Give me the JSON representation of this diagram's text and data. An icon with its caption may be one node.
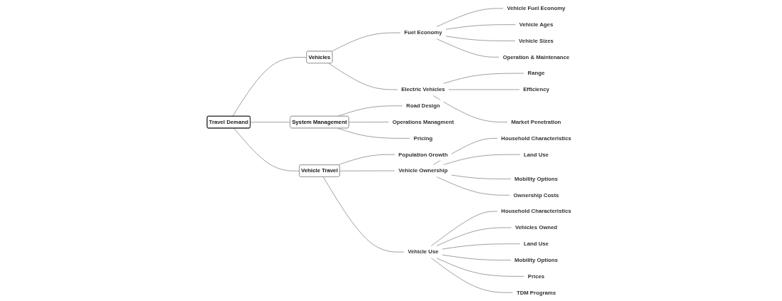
{
  "diagram": {
    "nodes": [
      {
        "text": [
          "Travel Demand"
        ]
      },
      {
        "text": [
          "Vehicles"
        ]
      },
      {
        "text": [
          "Fuel Economy"
        ]
      },
      {
        "text": [
          "Vehicle Fuel Economy"
        ]
      },
      {
        "text": [
          "Vehicle Ages"
        ]
      },
      {
        "text": [
          "Vehicle Sizes"
        ]
      },
      {
        "text": [
          "Operation & Maintenance"
        ]
      },
      {
        "text": [
          "Electric Vehicles"
        ]
      },
      {
        "text": [
          "Range"
        ]
      },
      {
        "text": [
          "Efficiency"
        ]
      },
      {
        "text": [
          "Market Penetration"
        ]
      },
      {
        "text": [
          "System Management"
        ]
      },
      {
        "text": [
          "Road Design"
        ]
      },
      {
        "text": [
          "Operations Managment"
        ]
      },
      {
        "text": [
          "Pricing"
        ]
      },
      {
        "text": [
          "Vehicle Travel"
        ]
      },
      {
        "text": [
          "Population Growth"
        ]
      },
      {
        "text": [
          "Vehicle Ownership"
        ]
      },
      {
        "text": [
          "Household Characteristics"
        ]
      },
      {
        "text": [
          "Land Use"
        ]
      },
      {
        "text": [
          "Mobility Options"
        ]
      },
      {
        "text": [
          "Ownership Costs"
        ]
      },
      {
        "text": [
          "Vehicle Use"
        ]
      },
      {
        "text": [
          "Household Characteristics"
        ]
      },
      {
        "text": [
          "Vehicles Owned"
        ]
      },
      {
        "text": [
          "Land Use"
        ]
      },
      {
        "text": [
          "Mobility Options"
        ]
      },
      {
        "text": [
          "Prices"
        ]
      },
      {
        "text": [
          "TDM Programs"
        ]
      }
    ],
    "edges": [
      {
        "from": 0,
        "to": 1,
        "arrow": "none"
      },
      {
        "from": 1,
        "to": 2,
        "arrow": "none"
      },
      {
        "from": 2,
        "to": 3,
        "arrow": "none"
      },
      {
        "from": 2,
        "to": 4,
        "arrow": "none"
      },
      {
        "from": 2,
        "to": 5,
        "arrow": "none"
      },
      {
        "from": 2,
        "to": 6,
        "arrow": "none"
      },
      {
        "from": 1,
        "to": 7,
        "arrow": "none"
      },
      {
        "from": 7,
        "to": 8,
        "arrow": "none"
      },
      {
        "from": 7,
        "to": 9,
        "arrow": "none"
      },
      {
        "from": 7,
        "to": 10,
        "arrow": "none"
      },
      {
        "from": 0,
        "to": 11,
        "arrow": "none"
      },
      {
        "from": 11,
        "to": 12,
        "arrow": "none"
      },
      {
        "from": 11,
        "to": 13,
        "arrow": "none"
      },
      {
        "from": 11,
        "to": 14,
        "arrow": "none"
      },
      {
        "from": 0,
        "to": 15,
        "arrow": "none"
      },
      {
        "from": 15,
        "to": 16,
        "arrow": "none"
      },
      {
        "from": 15,
        "to": 17,
        "arrow": "none"
      },
      {
        "from": 17,
        "to": 18,
        "arrow": "none"
      },
      {
        "from": 17,
        "to": 19,
        "arrow": "none"
      },
      {
        "from": 17,
        "to": 20,
        "arrow": "none"
      },
      {
        "from": 17,
        "to": 21,
        "arrow": "none"
      },
      {
        "from": 15,
        "to": 22,
        "arrow": "none"
      },
      {
        "from": 22,
        "to": 23,
        "arrow": "none"
      },
      {
        "from": 22,
        "to": 24,
        "arrow": "none"
      },
      {
        "from": 22,
        "to": 25,
        "arrow": "none"
      },
      {
        "from": 22,
        "to": 26,
        "arrow": "none"
      },
      {
        "from": 22,
        "to": 27,
        "arrow": "none"
      },
      {
        "from": 22,
        "to": 28,
        "arrow": "none"
      }
    ]
  }
}
